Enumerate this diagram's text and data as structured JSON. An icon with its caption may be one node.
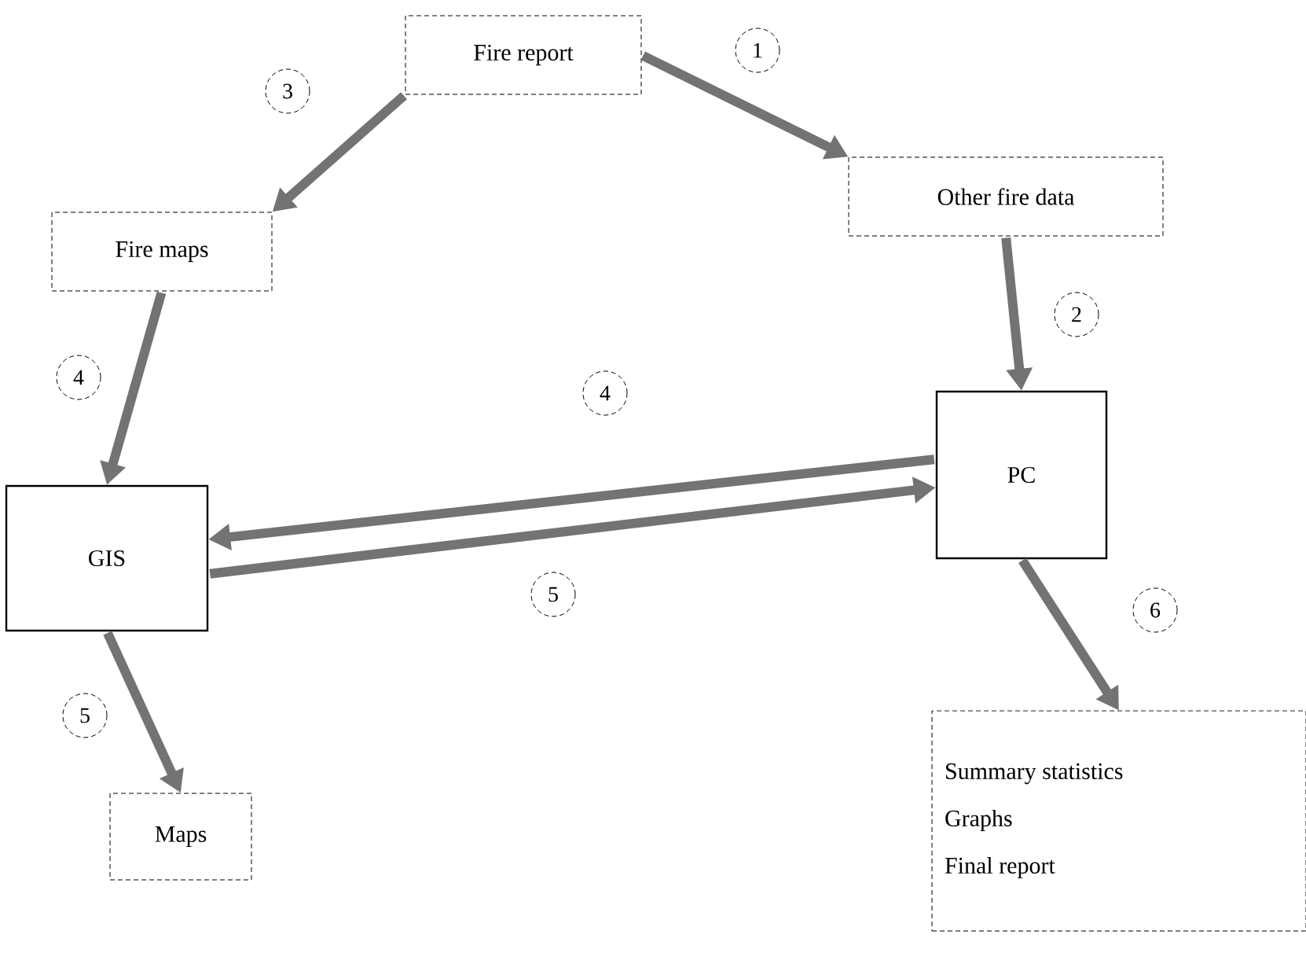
{
  "diagram": {
    "nodes": [
      {
        "text": [
          "Fire report"
        ]
      },
      {
        "text": [
          "Other fire data"
        ]
      },
      {
        "text": [
          "Fire maps"
        ]
      },
      {
        "text": [
          "PC"
        ]
      },
      {
        "text": [
          "GIS"
        ]
      },
      {
        "text": [
          "Maps"
        ]
      },
      {
        "text": [
          "Summary statistics",
          "Graphs",
          "Final report"
        ]
      }
    ],
    "edges": [
      {
        "from": 0,
        "to": 1,
        "arrow": "to",
        "label": "1"
      },
      {
        "from": 1,
        "to": 3,
        "arrow": "to",
        "label": "2"
      },
      {
        "from": 0,
        "to": 2,
        "arrow": "to",
        "label": "3"
      },
      {
        "from": 2,
        "to": 4,
        "arrow": "to",
        "label": "4"
      },
      {
        "from": 3,
        "to": 4,
        "arrow": "to",
        "label": "4"
      },
      {
        "from": 4,
        "to": 3,
        "arrow": "to",
        "label": "5"
      },
      {
        "from": 4,
        "to": 5,
        "arrow": "to",
        "label": "5"
      },
      {
        "from": 3,
        "to": 6,
        "arrow": "to",
        "label": "6"
      }
    ]
  }
}
